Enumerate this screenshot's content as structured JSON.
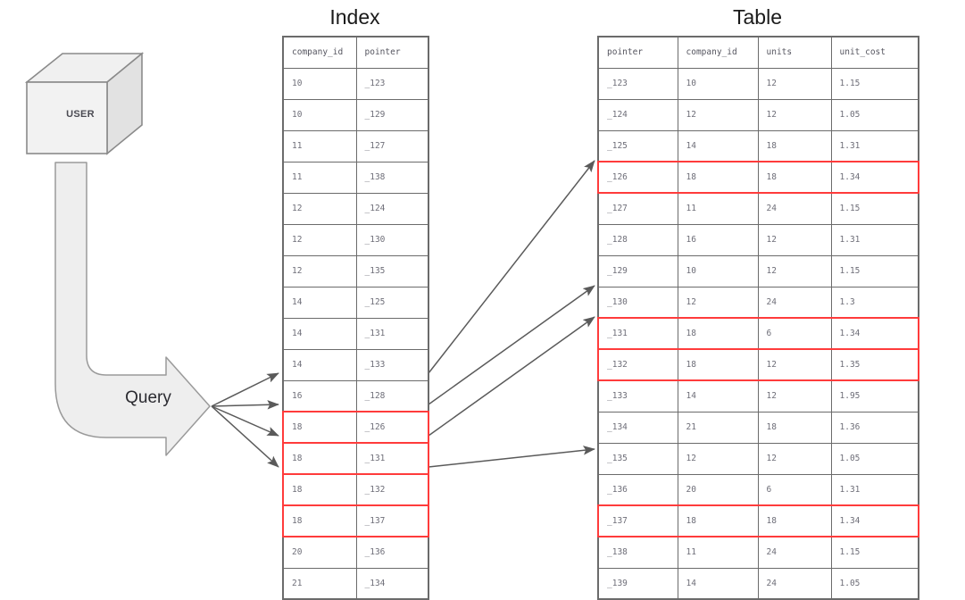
{
  "diagram": {
    "actor": {
      "label": "USER",
      "shape": "cube-3d"
    },
    "query_arrow": {
      "label": "Query",
      "shape": "curved-block-arrow"
    },
    "index_title": "Index",
    "table_title": "Table",
    "highlight_color": "#ff3b3b",
    "line_color": "#6b6b6b",
    "fill_color": "#eeeeee"
  },
  "index_table": {
    "title": "Index",
    "columns": [
      "company_id",
      "pointer"
    ],
    "rows": [
      {
        "company_id": "10",
        "pointer": "_123",
        "highlight": false
      },
      {
        "company_id": "10",
        "pointer": "_129",
        "highlight": false
      },
      {
        "company_id": "11",
        "pointer": "_127",
        "highlight": false
      },
      {
        "company_id": "11",
        "pointer": "_138",
        "highlight": false
      },
      {
        "company_id": "12",
        "pointer": "_124",
        "highlight": false
      },
      {
        "company_id": "12",
        "pointer": "_130",
        "highlight": false
      },
      {
        "company_id": "12",
        "pointer": "_135",
        "highlight": false
      },
      {
        "company_id": "14",
        "pointer": "_125",
        "highlight": false
      },
      {
        "company_id": "14",
        "pointer": "_131",
        "highlight": false
      },
      {
        "company_id": "14",
        "pointer": "_133",
        "highlight": false
      },
      {
        "company_id": "16",
        "pointer": "_128",
        "highlight": false
      },
      {
        "company_id": "18",
        "pointer": "_126",
        "highlight": true
      },
      {
        "company_id": "18",
        "pointer": "_131",
        "highlight": true
      },
      {
        "company_id": "18",
        "pointer": "_132",
        "highlight": true
      },
      {
        "company_id": "18",
        "pointer": "_137",
        "highlight": true
      },
      {
        "company_id": "20",
        "pointer": "_136",
        "highlight": false
      },
      {
        "company_id": "21",
        "pointer": "_134",
        "highlight": false
      }
    ]
  },
  "data_table": {
    "title": "Table",
    "columns": [
      "pointer",
      "company_id",
      "units",
      "unit_cost"
    ],
    "rows": [
      {
        "pointer": "_123",
        "company_id": "10",
        "units": "12",
        "unit_cost": "1.15",
        "highlight": false
      },
      {
        "pointer": "_124",
        "company_id": "12",
        "units": "12",
        "unit_cost": "1.05",
        "highlight": false
      },
      {
        "pointer": "_125",
        "company_id": "14",
        "units": "18",
        "unit_cost": "1.31",
        "highlight": false
      },
      {
        "pointer": "_126",
        "company_id": "18",
        "units": "18",
        "unit_cost": "1.34",
        "highlight": true
      },
      {
        "pointer": "_127",
        "company_id": "11",
        "units": "24",
        "unit_cost": "1.15",
        "highlight": false
      },
      {
        "pointer": "_128",
        "company_id": "16",
        "units": "12",
        "unit_cost": "1.31",
        "highlight": false
      },
      {
        "pointer": "_129",
        "company_id": "10",
        "units": "12",
        "unit_cost": "1.15",
        "highlight": false
      },
      {
        "pointer": "_130",
        "company_id": "12",
        "units": "24",
        "unit_cost": "1.3",
        "highlight": false
      },
      {
        "pointer": "_131",
        "company_id": "18",
        "units": "6",
        "unit_cost": "1.34",
        "highlight": true
      },
      {
        "pointer": "_132",
        "company_id": "18",
        "units": "12",
        "unit_cost": "1.35",
        "highlight": true
      },
      {
        "pointer": "_133",
        "company_id": "14",
        "units": "12",
        "unit_cost": "1.95",
        "highlight": false
      },
      {
        "pointer": "_134",
        "company_id": "21",
        "units": "18",
        "unit_cost": "1.36",
        "highlight": false
      },
      {
        "pointer": "_135",
        "company_id": "12",
        "units": "12",
        "unit_cost": "1.05",
        "highlight": false
      },
      {
        "pointer": "_136",
        "company_id": "20",
        "units": "6",
        "unit_cost": "1.31",
        "highlight": false
      },
      {
        "pointer": "_137",
        "company_id": "18",
        "units": "18",
        "unit_cost": "1.34",
        "highlight": true
      },
      {
        "pointer": "_138",
        "company_id": "11",
        "units": "24",
        "unit_cost": "1.15",
        "highlight": false
      },
      {
        "pointer": "_139",
        "company_id": "14",
        "units": "24",
        "unit_cost": "1.05",
        "highlight": false
      }
    ]
  }
}
